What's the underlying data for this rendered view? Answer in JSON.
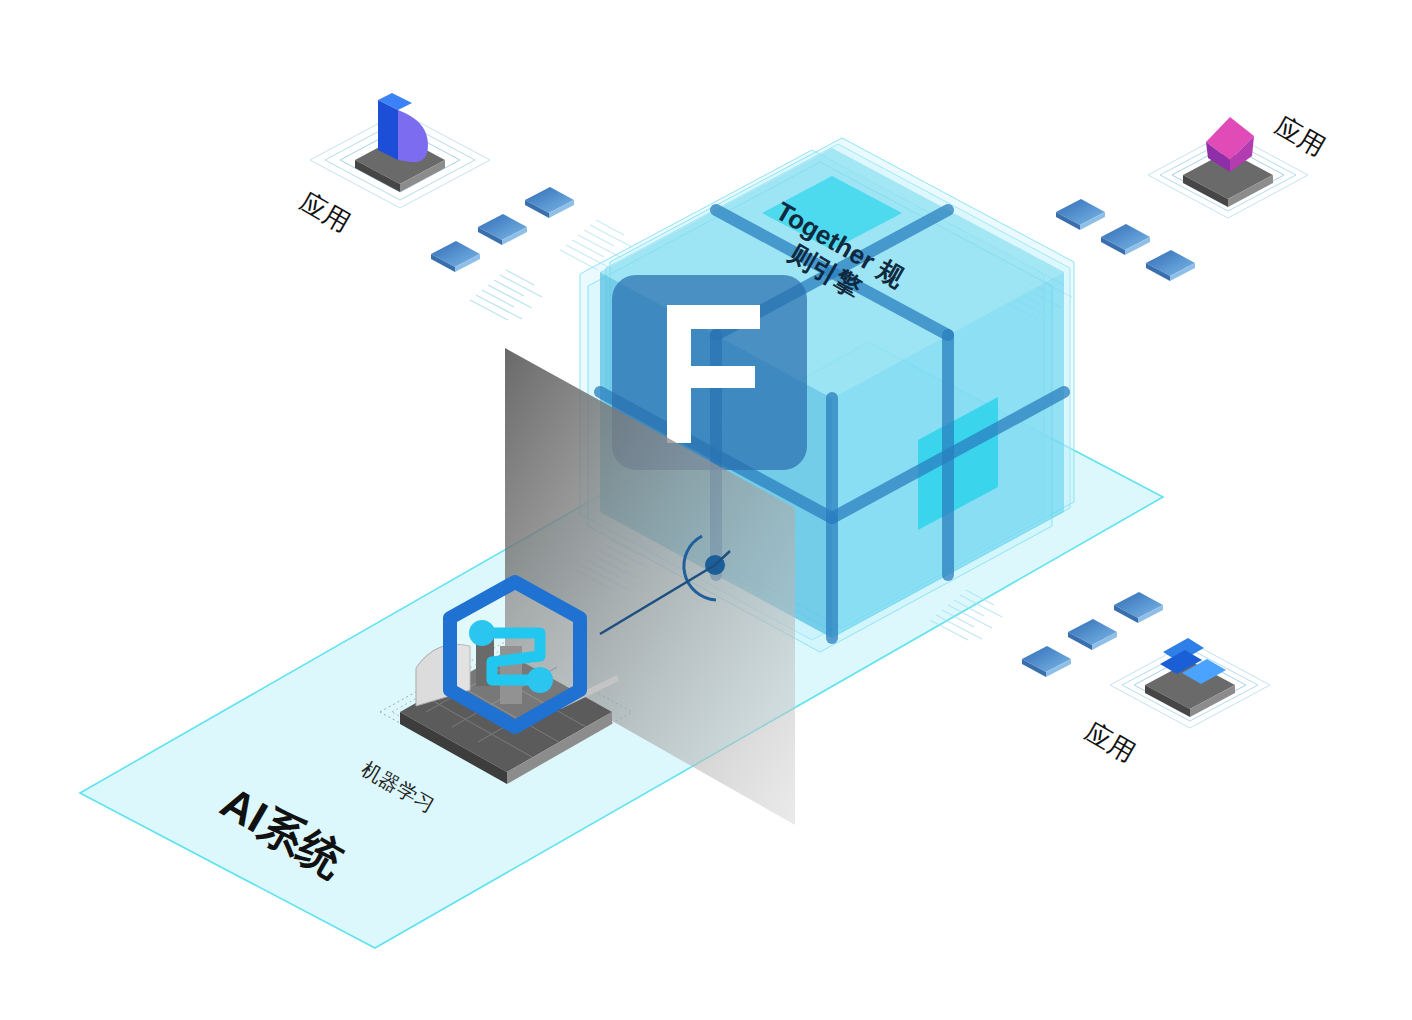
{
  "diagram": {
    "nodes": [
      {
        "text": [
          "应用"
        ]
      },
      {
        "text": [
          "应用"
        ]
      },
      {
        "text": [
          "Together 规则引擎"
        ]
      },
      {
        "text": [
          "AI系统"
        ]
      },
      {
        "text": [
          "机器学习"
        ],
        "in": 3
      },
      {
        "text": [
          "应用"
        ]
      }
    ],
    "edges": [
      {
        "from": 4,
        "to": 2,
        "arrow": "none"
      }
    ]
  }
}
